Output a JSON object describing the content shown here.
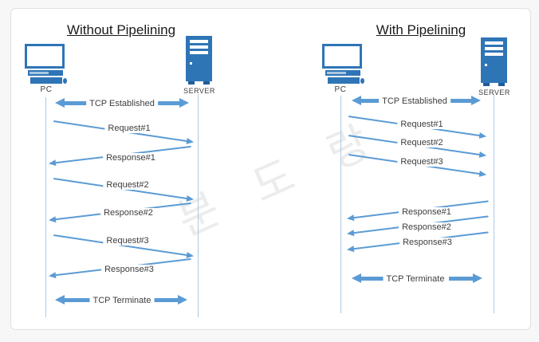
{
  "watermark": {
    "text": "분도랑"
  },
  "colors": {
    "arrow": "#5b9bd5",
    "icon_blue": "#2e75b6",
    "lifeline": "#aec9e2",
    "text": "#3d3d3d"
  },
  "panels": [
    {
      "title": "Without Pipelining",
      "client_label": "PC",
      "server_label": "SERVER",
      "messages": [
        {
          "label": "TCP Established",
          "type": "sync",
          "direction": "both"
        },
        {
          "label": "Request#1",
          "type": "request",
          "direction": "right"
        },
        {
          "label": "Response#1",
          "type": "response",
          "direction": "left"
        },
        {
          "label": "Request#2",
          "type": "request",
          "direction": "right"
        },
        {
          "label": "Response#2",
          "type": "response",
          "direction": "left"
        },
        {
          "label": "Request#3",
          "type": "request",
          "direction": "right"
        },
        {
          "label": "Response#3",
          "type": "response",
          "direction": "left"
        },
        {
          "label": "TCP Terminate",
          "type": "sync",
          "direction": "both"
        }
      ]
    },
    {
      "title": "With Pipelining",
      "client_label": "PC",
      "server_label": "SERVER",
      "messages": [
        {
          "label": "TCP Established",
          "type": "sync",
          "direction": "both"
        },
        {
          "label": "Request#1",
          "type": "request",
          "direction": "right"
        },
        {
          "label": "Request#2",
          "type": "request",
          "direction": "right"
        },
        {
          "label": "Request#3",
          "type": "request",
          "direction": "right"
        },
        {
          "label": "Response#1",
          "type": "response",
          "direction": "left"
        },
        {
          "label": "Response#2",
          "type": "response",
          "direction": "left"
        },
        {
          "label": "Response#3",
          "type": "response",
          "direction": "left"
        },
        {
          "label": "TCP Terminate",
          "type": "sync",
          "direction": "both"
        }
      ]
    }
  ]
}
